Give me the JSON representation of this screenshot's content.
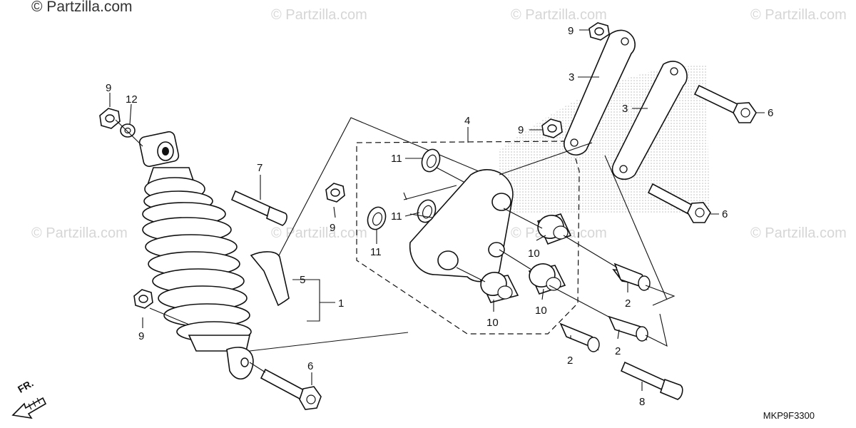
{
  "watermarks": {
    "main": "© Partzilla.com",
    "faded": "© Partzilla.com"
  },
  "diagram_code": "MKP9F3300",
  "direction_label": "FR.",
  "callouts": {
    "c9a": "9",
    "c12": "12",
    "c7": "7",
    "c9b": "9",
    "c5": "5",
    "c1": "1",
    "c9c": "9",
    "c6a": "6",
    "c4": "4",
    "c11a": "11",
    "c11b": "11",
    "c11c": "11",
    "c10a": "10",
    "c10b": "10",
    "c10c": "10",
    "c9d": "9",
    "c3a": "3",
    "c9e": "9",
    "c3b": "3",
    "c6b": "6",
    "c6c": "6",
    "c2a": "2",
    "c2b": "2",
    "c2c": "2",
    "c8": "8"
  },
  "icons": {
    "direction": "arrow-down-left-icon"
  }
}
